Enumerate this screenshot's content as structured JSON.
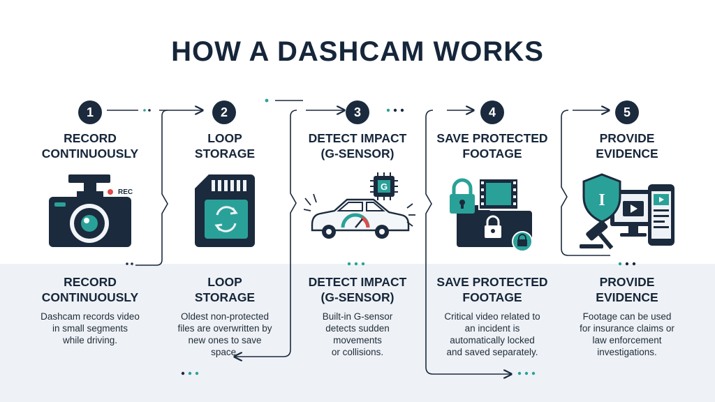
{
  "title": "HOW A DASHCAM WORKS",
  "colors": {
    "navy": "#1b2a3d",
    "teal": "#2aa198",
    "red": "#e04b4b",
    "band": "#eef2f6"
  },
  "steps": [
    {
      "number": "1",
      "title_lines": [
        "RECORD",
        "CONTINUOUSLY"
      ],
      "icon": "dashcam-camera-icon",
      "rec_label": "REC",
      "bottom_title_lines": [
        "RECORD",
        "CONTINUOUSLY"
      ],
      "desc_lines": [
        "Dashcam records video",
        "in small segments",
        "while driving."
      ]
    },
    {
      "number": "2",
      "title_lines": [
        "LOOP",
        "STORAGE"
      ],
      "icon": "sd-card-loop-icon",
      "bottom_title_lines": [
        "LOOP",
        "STORAGE"
      ],
      "desc_lines": [
        "Oldest non-protected",
        "files are overwritten by",
        "new ones to save",
        "space."
      ]
    },
    {
      "number": "3",
      "title_lines": [
        "DETECT IMPACT",
        "(G-SENSOR)"
      ],
      "icon": "car-impact-sensor-icon",
      "chip_label": "G",
      "bottom_title_lines": [
        "DETECT IMPACT",
        "(G-SENSOR)"
      ],
      "desc_lines": [
        "Built-in G-sensor",
        "detects sudden",
        "movements",
        "or collisions."
      ]
    },
    {
      "number": "4",
      "title_lines": [
        "SAVE PROTECTED",
        "FOOTAGE"
      ],
      "icon": "locked-folder-icon",
      "bottom_title_lines": [
        "SAVE PROTECTED",
        "FOOTAGE"
      ],
      "desc_lines": [
        "Critical video related to",
        "an incident is",
        "automatically locked",
        "and saved separately."
      ]
    },
    {
      "number": "5",
      "title_lines": [
        "PROVIDE",
        "EVIDENCE"
      ],
      "icon": "evidence-shield-devices-icon",
      "shield_label": "I",
      "bottom_title_lines": [
        "PROVIDE",
        "EVIDENCE"
      ],
      "desc_lines": [
        "Footage can be used",
        "for insurance claims or",
        "law enforcement",
        "investigations."
      ]
    }
  ]
}
